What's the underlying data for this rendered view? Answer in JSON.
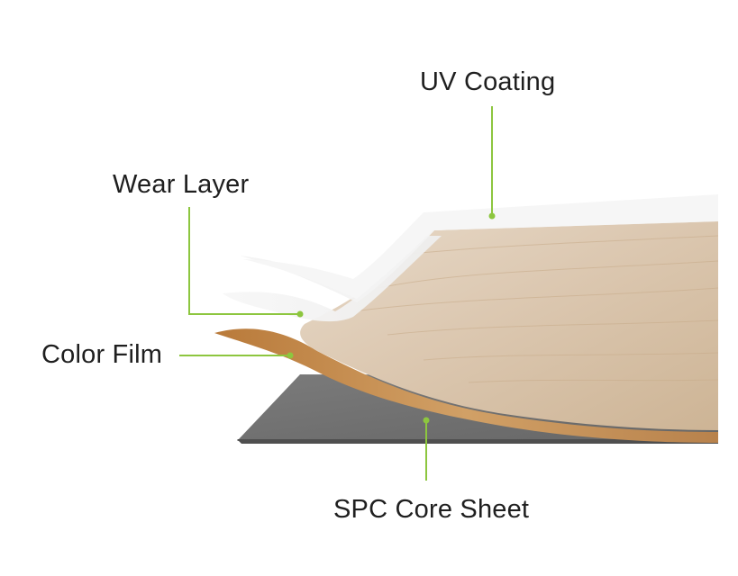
{
  "diagram": {
    "labels": {
      "uv_coating": "UV Coating",
      "wear_layer": "Wear Layer",
      "color_film": "Color Film",
      "spc_core_sheet": "SPC Core Sheet"
    },
    "colors": {
      "leader_line": "#8dc63f",
      "leader_dot": "#8dc63f",
      "core": "#727272",
      "wood_top": "#e2d2bf",
      "wood_edge": "#b97b3e",
      "layer_white": "#f0f0f0",
      "text": "#1f1f1f"
    }
  }
}
